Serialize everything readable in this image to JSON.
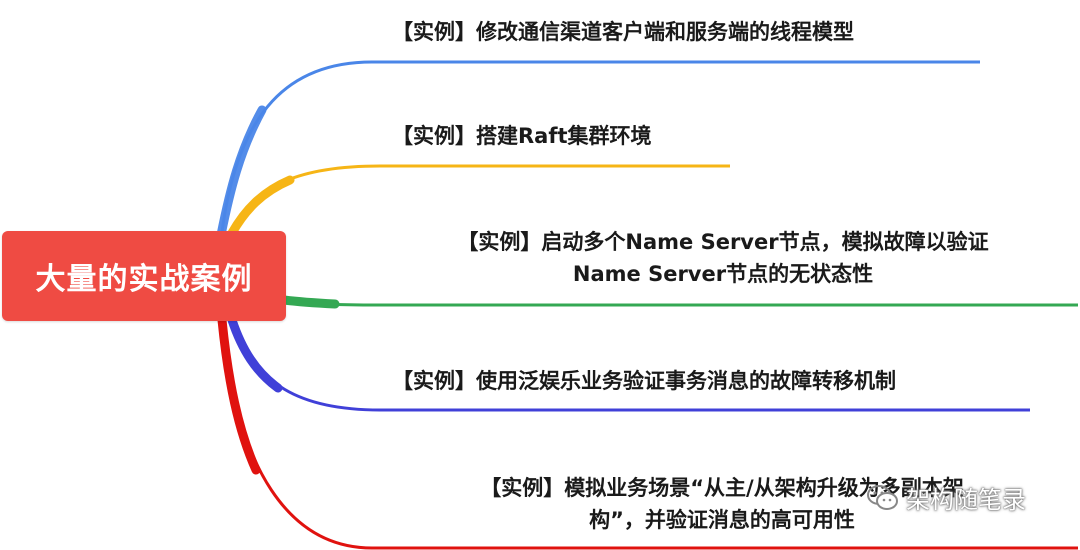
{
  "root": {
    "label": "大量的实战案例",
    "color": "#ef4b43"
  },
  "branches": [
    {
      "line1": "【实例】修改通信渠道客户端和服务端的线程模型",
      "line2": "",
      "color": "#4a86e8"
    },
    {
      "line1": "【实例】搭建Raft集群环境",
      "line2": "",
      "color": "#f6b516"
    },
    {
      "line1": "【实例】启动多个Name Server节点，模拟故障以验证",
      "line2": "Name Server节点的无状态性",
      "color": "#34a853"
    },
    {
      "line1": "【实例】使用泛娱乐业务验证事务消息的故障转移机制",
      "line2": "",
      "color": "#4040d8"
    },
    {
      "line1": "【实例】模拟业务场景“从主/从架构升级为多副本架",
      "line2": "构”，并验证消息的高可用性",
      "color": "#e0120f"
    }
  ],
  "watermark": {
    "text": "架构随笔录",
    "icon": "wechat-icon"
  }
}
